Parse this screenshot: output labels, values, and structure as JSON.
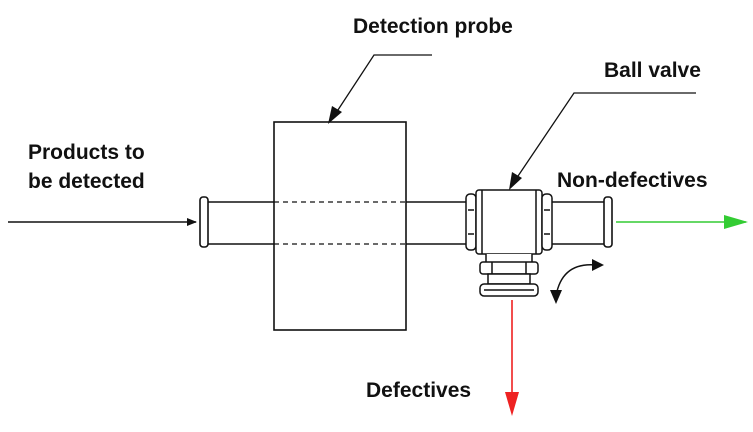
{
  "labels": {
    "detection_probe": "Detection probe",
    "ball_valve": "Ball valve",
    "products_line1": "Products to",
    "products_line2": "be detected",
    "non_defectives": "Non-defectives",
    "defectives": "Defectives"
  },
  "colors": {
    "stroke": "#111111",
    "good_flow": "#33cc33",
    "reject_flow": "#ee2222"
  }
}
